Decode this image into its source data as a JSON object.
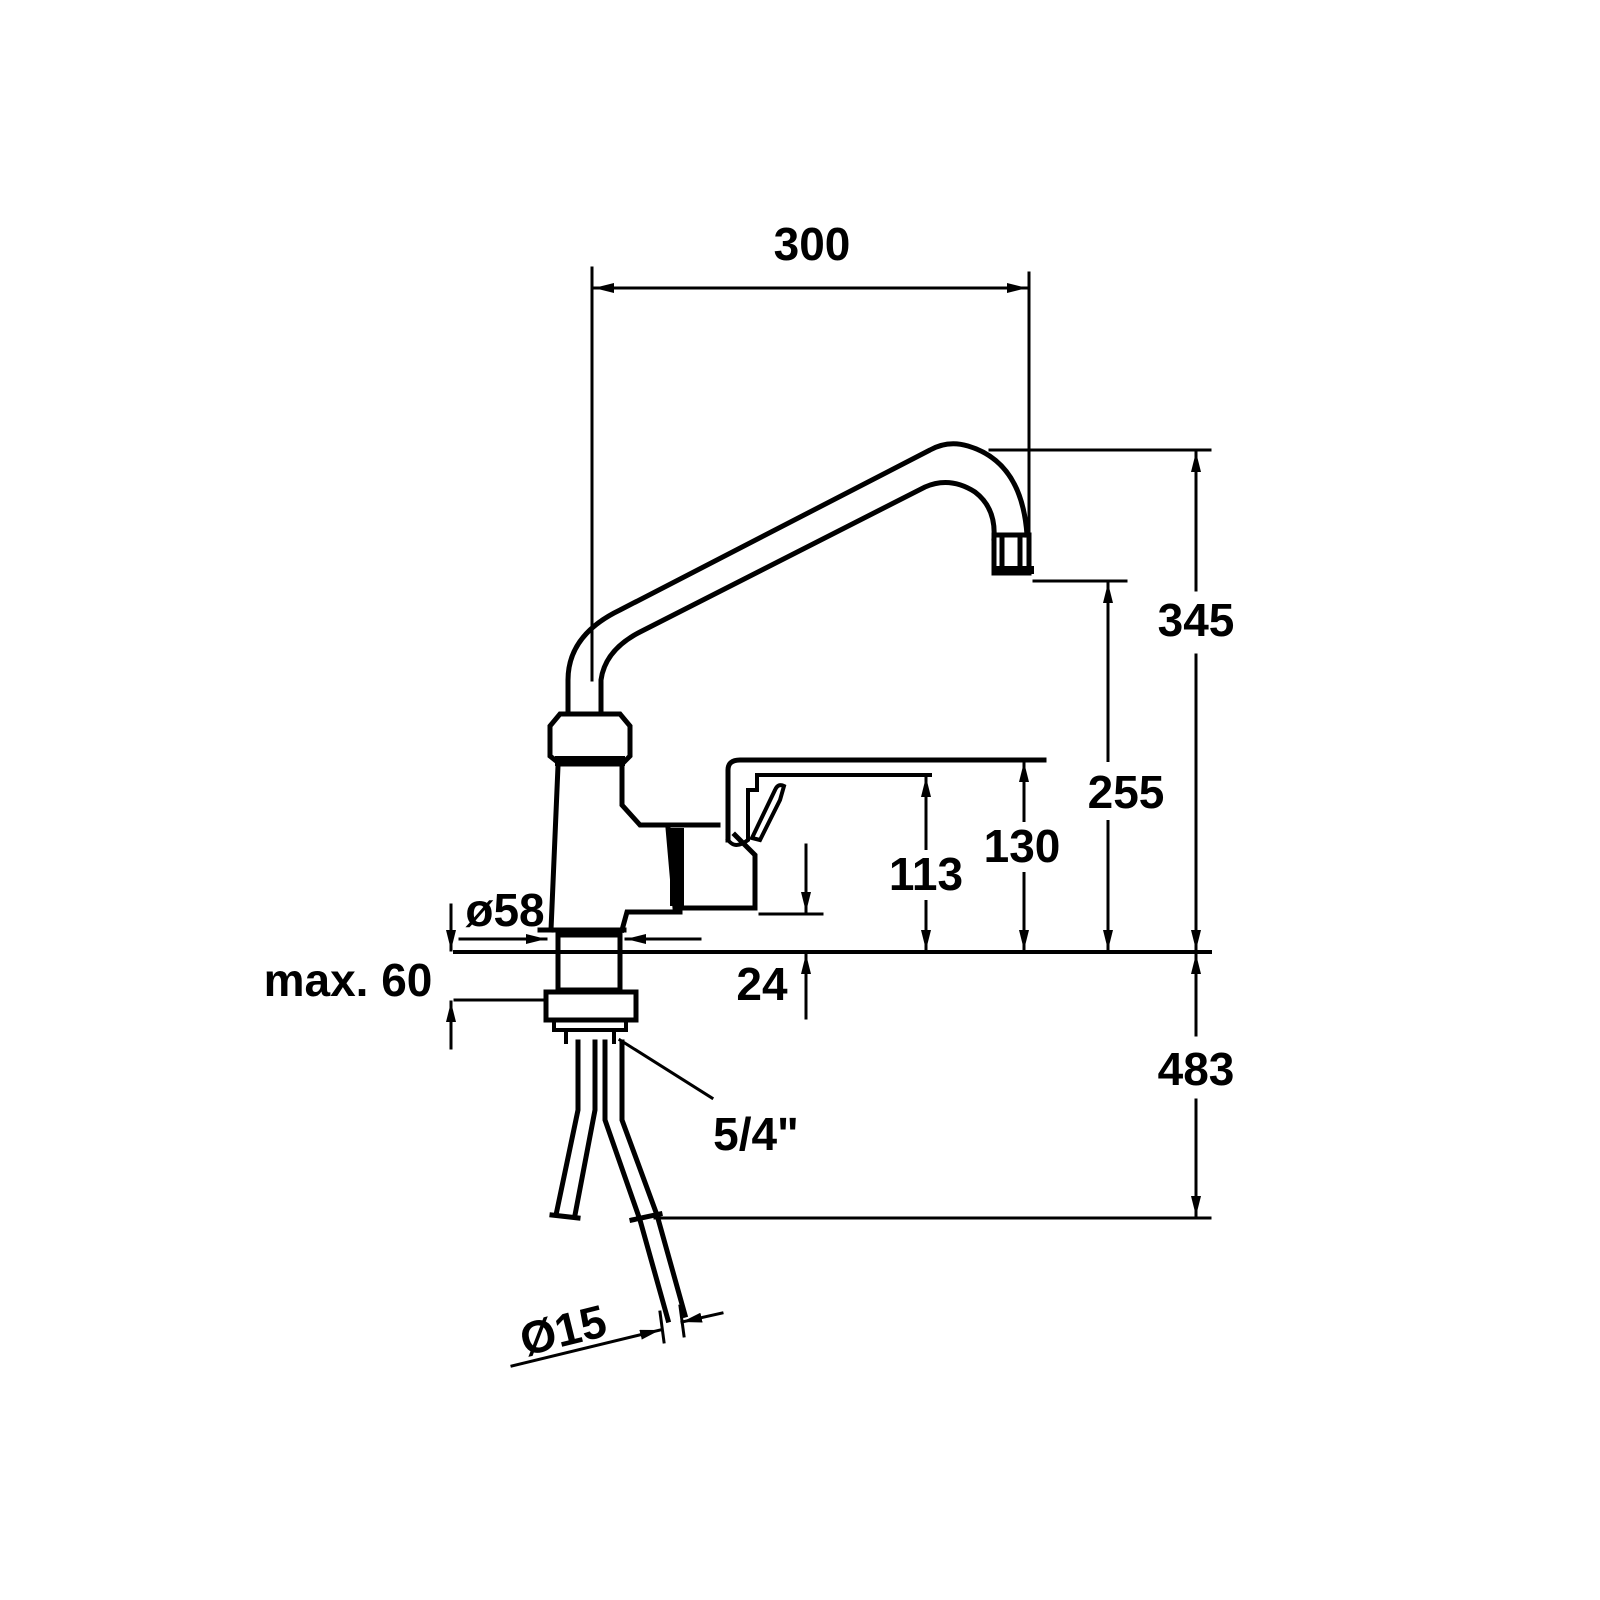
{
  "drawing": {
    "dimensions": {
      "spout_reach": "300",
      "total_height": "345",
      "spout_height": "255",
      "lever_height": "130",
      "lever_pivot_height": "113",
      "base_diameter": "ø58",
      "max_deck_thickness": "max. 60",
      "base_height": "24",
      "thread": "5/4\"",
      "hose_length": "483",
      "hose_diameter": "Ø15"
    }
  }
}
